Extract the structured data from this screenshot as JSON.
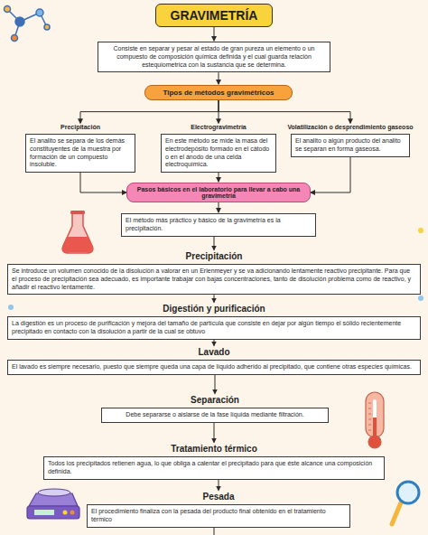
{
  "diagram": {
    "nodes": [
      {
        "text": [
          "GRAVIMETRÍA"
        ]
      },
      {
        "text": [
          "Consiste en separar y pesar al estado de gran pureza un elemento o un compuesto de composición química definida y el cual guarda relación estequiometrica con la sustancia que se determina."
        ]
      },
      {
        "text": [
          "Tipos de métodos gravimétricos"
        ]
      },
      {
        "text": [
          "Precipitación",
          "El analito se separa de los demás constituyentes de la muestra por formación de un compuesto insoluble."
        ]
      },
      {
        "text": [
          "Electrogravimetría",
          "En este método se mide la masa del electrodepósito formado en el cátodo o en el ánodo de una celda electroquímica."
        ]
      },
      {
        "text": [
          "Volatilización o desprendimiento gaseoso",
          "El analito o algún producto del analito se separan en forma gaseosa."
        ]
      },
      {
        "text": [
          "Pasos básicos en el laboratorio para llevar a cabo una gravimetría"
        ]
      },
      {
        "text": [
          "El método más práctico y básico de la gravimetría es la precipitación."
        ]
      },
      {
        "text": [
          "Precipitación",
          "Se introduce un volumen conocido de la disolución a valorar en un Erlenmeyer y se va adicionando lentamente reactivo precipitante. Para que el proceso de precipitación sea adecuado, es importante trabajar con bajas concentraciones, tanto de disolución problema como de reactivo, y añadir el reactivo lentamente."
        ]
      },
      {
        "text": [
          "Digestión y purificación",
          "La digestión es un proceso de purificación y mejora del tamaño de partícula que consiste en dejar por algún tiempo el sólido recientemente precipitado en contacto con la disolución a partir de la cual se obtuvo"
        ]
      },
      {
        "text": [
          "Lavado",
          "El lavado es siempre necesario, puesto que siempre queda una capa de líquido adherido al precipitado, que contiene otras especies químicas."
        ]
      },
      {
        "text": [
          "Separación",
          "Debe separarse o aislarse de la fase líquida mediante filtración."
        ]
      },
      {
        "text": [
          "Tratamiento térmico",
          "Todos los precipitados retienen agua, lo que obliga a calentar el precipitado para que éste alcance una composición definida."
        ]
      },
      {
        "text": [
          "Pesada",
          "El procedimiento finaliza con la pesada del producto final obtenido en el tratamiento térmico"
        ]
      }
    ],
    "edges": [
      {
        "from": 0,
        "to": 1,
        "arrow": "to"
      },
      {
        "from": 1,
        "to": 2,
        "arrow": "to"
      },
      {
        "from": 2,
        "to": 3,
        "arrow": "to"
      },
      {
        "from": 2,
        "to": 4,
        "arrow": "to"
      },
      {
        "from": 2,
        "to": 5,
        "arrow": "to"
      },
      {
        "from": 3,
        "to": 6,
        "arrow": "to"
      },
      {
        "from": 4,
        "to": 6,
        "arrow": "to"
      },
      {
        "from": 5,
        "to": 6,
        "arrow": "to"
      },
      {
        "from": 6,
        "to": 7,
        "arrow": "to"
      },
      {
        "from": 7,
        "to": 8,
        "arrow": "to"
      },
      {
        "from": 8,
        "to": 9,
        "arrow": "to"
      },
      {
        "from": 9,
        "to": 10,
        "arrow": "to"
      },
      {
        "from": 10,
        "to": 11,
        "arrow": "to"
      },
      {
        "from": 11,
        "to": 12,
        "arrow": "to"
      },
      {
        "from": 12,
        "to": 13,
        "arrow": "to"
      }
    ]
  }
}
